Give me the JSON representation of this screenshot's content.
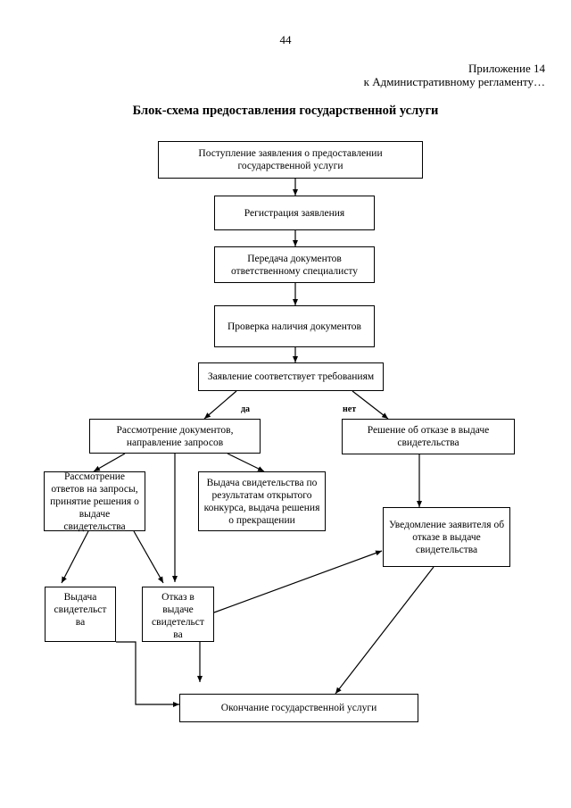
{
  "page": {
    "number": "44",
    "appendix_line1": "Приложение 14",
    "appendix_line2": "к Административному регламенту…",
    "title": "Блок-схема предоставления государственной услуги"
  },
  "diagram": {
    "nodes": {
      "receipt": "Поступление заявления о предоставлении государственной услуги",
      "registration": "Регистрация заявления",
      "transfer": "Передача документов ответственному специалисту",
      "check": "Проверка наличия документов",
      "decision": "Заявление соответствует требованиям",
      "review": "Рассмотрение документов, направление запросов",
      "refusal_decision": "Решение об отказе в выдаче свидетельства",
      "answers_review": "Рассмотрение ответов на запросы, принятие решения о выдаче свидетельства",
      "contest_issue": "Выдача свидетельства по результатам открытого конкурса, выдача решения о прекращении",
      "notification": "Уведомление заявителя об отказе в выдаче свидетельства",
      "issue": "Выдача свидетельст ва",
      "refusal": "Отказ в выдаче свидетельст ва",
      "end": "Окончание государственной услуги"
    },
    "edge_labels": {
      "yes": "да",
      "no": "нет"
    }
  }
}
